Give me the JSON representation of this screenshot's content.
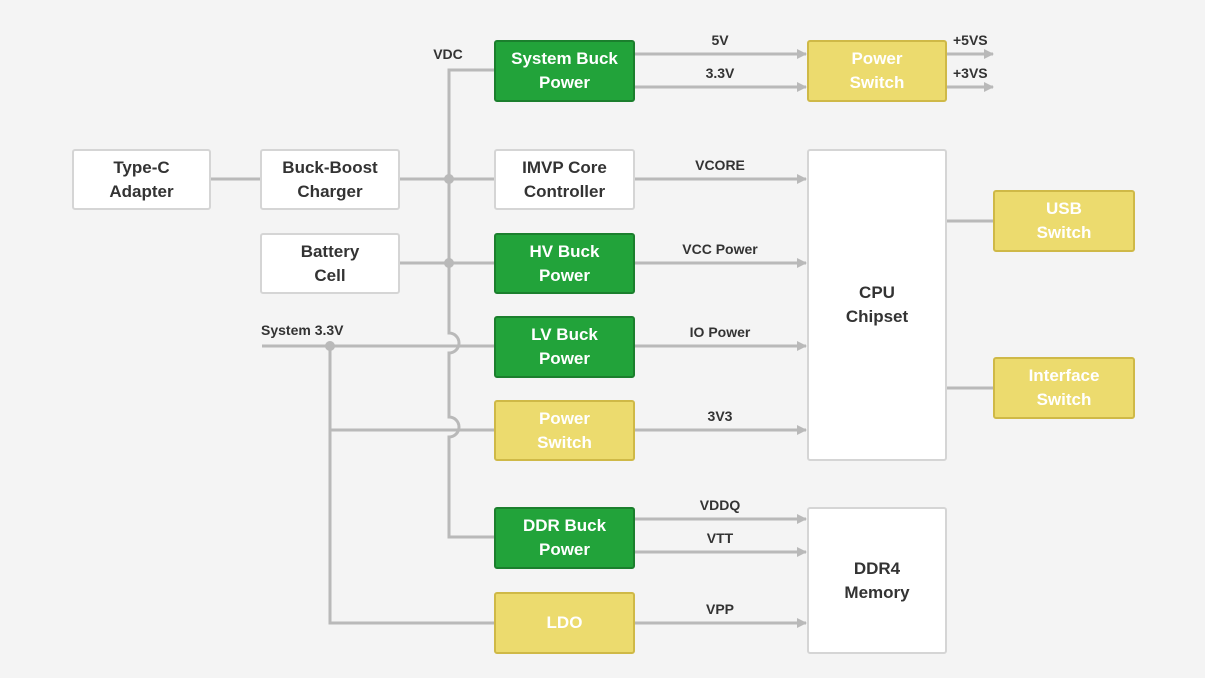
{
  "colors": {
    "line": "#b9b9b9",
    "green": "#22a33a",
    "yellow": "#ecdb6e",
    "white": "#ffffff",
    "text": "#333333"
  },
  "blocks": {
    "type_c_adapter": "Type-C\nAdapter",
    "buck_boost_charger": "Buck-Boost\nCharger",
    "battery_cell": "Battery\nCell",
    "system_buck_power": "System Buck\nPower",
    "imvp_core_controller": "IMVP Core\nController",
    "hv_buck_power": "HV Buck\nPower",
    "lv_buck_power": "LV Buck\nPower",
    "power_switch_3v3": "Power\nSwitch",
    "ddr_buck_power": "DDR Buck\nPower",
    "ldo": "LDO",
    "power_switch_top": "Power\nSwitch",
    "cpu_chipset": "CPU\nChipset",
    "ddr4_memory": "DDR4\nMemory",
    "usb_switch": "USB\nSwitch",
    "interface_switch": "Interface\nSwitch"
  },
  "labels": {
    "vdc": "VDC",
    "system_3v3": "System 3.3V",
    "v5": "5V",
    "v3_3": "3.3V",
    "plus5vs": "+5VS",
    "plus3vs": "+3VS",
    "vcore": "VCORE",
    "vcc_power": "VCC Power",
    "io_power": "IO Power",
    "v3v3": "3V3",
    "vddq": "VDDQ",
    "vtt": "VTT",
    "vpp": "VPP"
  }
}
